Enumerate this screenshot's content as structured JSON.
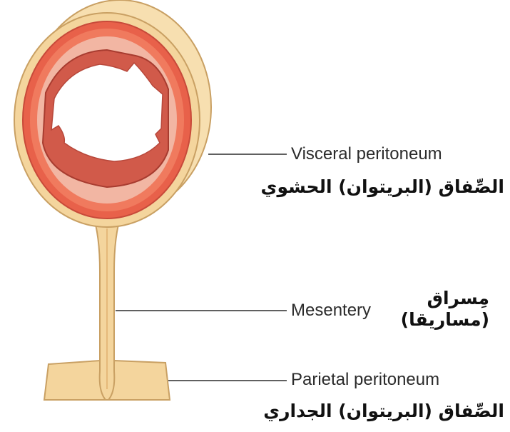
{
  "labels": {
    "visceral": {
      "en": "Visceral peritoneum",
      "ar": "الصِّفاق (البريتوان) الحشوي"
    },
    "mesentery": {
      "en": "Mesentery",
      "ar_line1": "مِسراق",
      "ar_line2": "(مساريقا)"
    },
    "parietal": {
      "en": "Parietal peritoneum",
      "ar": "الصِّفاق (البريتوان) الجداري"
    }
  },
  "colors": {
    "peritoneum_fill": "#f4d59d",
    "peritoneum_edge": "#c9a063",
    "muscle_outer": "#e8614a",
    "muscle_inner": "#c84a3a",
    "lumen": "#ffffff",
    "leader_line": "#2b2b2b"
  }
}
